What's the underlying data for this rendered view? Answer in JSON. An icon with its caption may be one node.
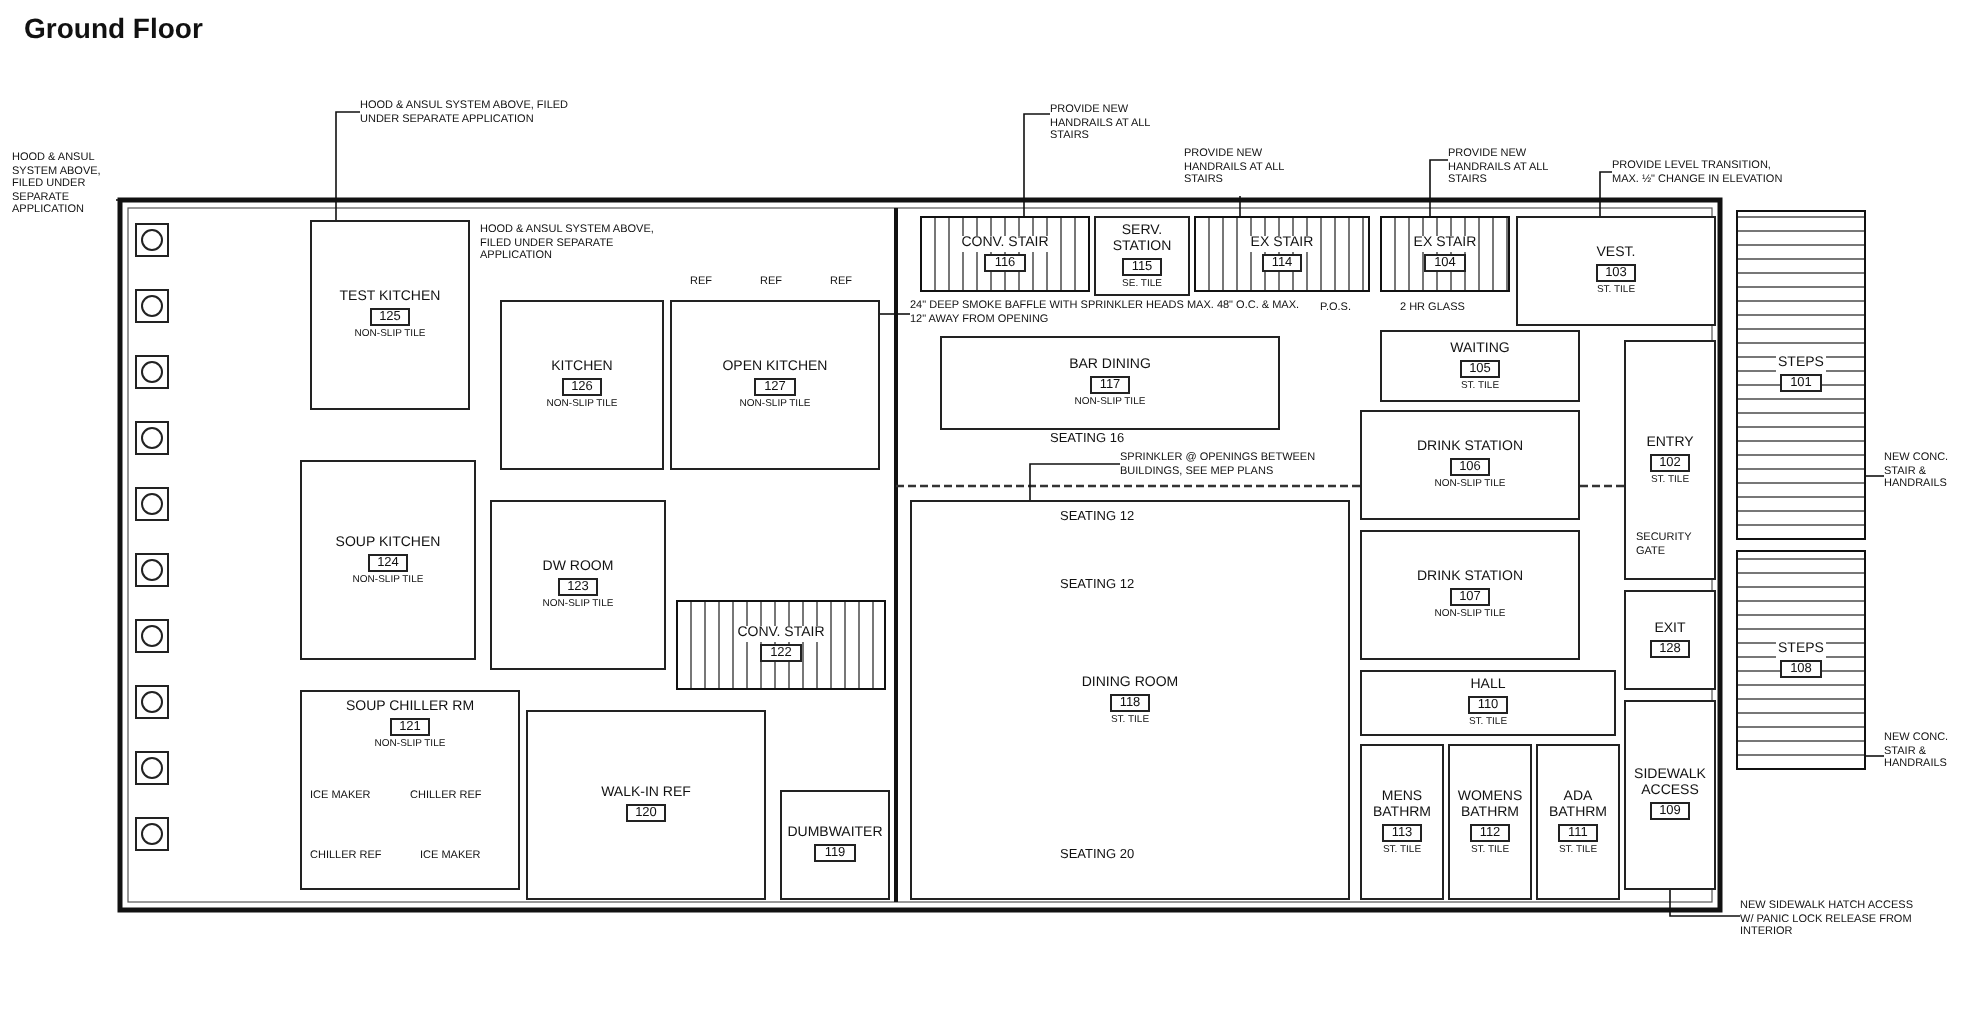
{
  "diagram": {
    "title": "Ground Floor",
    "nodes": [
      {
        "text": [
          "HOOD & ANSUL SYSTEM ABOVE, FILED UNDER SEPARATE APPLICATION"
        ]
      },
      {
        "text": [
          "PROVIDE NEW HANDRAILS AT ALL STAIRS"
        ]
      },
      {
        "text": [
          "PROVIDE NEW HANDRAILS AT ALL STAIRS"
        ]
      },
      {
        "text": [
          "PROVIDE NEW HANDRAILS AT ALL STAIRS"
        ]
      },
      {
        "text": [
          "PROVIDE LEVEL TRANSITION, MAX. ½\" CHANGE IN ELEVATION"
        ]
      },
      {
        "text": [
          "HOOD & ANSUL SYSTEM ABOVE, FILED UNDER SEPARATE APPLICATION"
        ]
      },
      {
        "text": [
          "TEST KITCHEN",
          "125",
          "NON-SLIP TILE"
        ]
      },
      {
        "text": [
          "CONV. STAIR",
          "116"
        ]
      },
      {
        "text": [
          "SERV. STATION",
          "115",
          "SE. TILE"
        ]
      },
      {
        "text": [
          "EX STAIR",
          "114"
        ]
      },
      {
        "text": [
          "EX STAIR",
          "104"
        ]
      },
      {
        "text": [
          "VEST.",
          "103",
          "ST. TILE"
        ]
      },
      {
        "text": [
          "STEPS",
          "101"
        ]
      },
      {
        "text": [
          "24\" DEEP SMOKE BAFFLE WITH SPRINKLER HEADS MAX. 48\" O.C. & MAX. 12\" AWAY FROM OPENING"
        ]
      },
      {
        "text": [
          "KITCHEN",
          "126",
          "NON-SLIP TILE"
        ]
      },
      {
        "text": [
          "OPEN KITCHEN",
          "127",
          "NON-SLIP TILE"
        ]
      },
      {
        "text": [
          "WAITING",
          "105",
          "ST. TILE"
        ]
      },
      {
        "text": [
          "BAR DINING",
          "117",
          "NON-SLIP TILE"
        ],
        "beside": [
          "SEATING 16"
        ]
      },
      {
        "text": [
          "ENTRY",
          "102",
          "ST. TILE"
        ]
      },
      {
        "text": [
          "DRINK STATION",
          "106",
          "NON-SLIP TILE"
        ]
      },
      {
        "text": [
          "SOUP KITCHEN",
          "124",
          "NON-SLIP TILE"
        ]
      },
      {
        "text": [
          "SPRINKLER @ OPENINGS BETWEEN BUILDINGS, SEE MEP PLANS"
        ]
      },
      {
        "text": [
          "NEW CONC. STAIR & HANDRAILS"
        ]
      },
      {
        "text": [
          "DW ROOM",
          "123",
          "NON-SLIP TILE"
        ]
      },
      {
        "text": [
          "DINING ROOM",
          "118",
          "ST. TILE"
        ]
      },
      {
        "text": [
          "DRINK STATION",
          "107",
          "NON-SLIP TILE"
        ]
      },
      {
        "text": [
          "STEPS",
          "108"
        ]
      },
      {
        "text": [
          "EXIT",
          "128"
        ]
      },
      {
        "text": [
          "CONV. STAIR",
          "122"
        ]
      },
      {
        "text": [
          "HALL",
          "110",
          "ST. TILE"
        ]
      },
      {
        "text": [
          "SOUP CHILLER RM",
          "121",
          "NON-SLIP TILE"
        ]
      },
      {
        "text": [
          "WALK-IN REF",
          "120"
        ]
      },
      {
        "text": [
          "SIDEWALK ACCESS",
          "109"
        ]
      },
      {
        "text": [
          "NEW CONC. STAIR & HANDRAILS"
        ]
      },
      {
        "text": [
          "DUMBWAITER",
          "119"
        ]
      },
      {
        "text": [
          "MENS BATHRM",
          "113",
          "ST. TILE"
        ]
      },
      {
        "text": [
          "WOMENS BATHRM",
          "112",
          "ST. TILE"
        ]
      },
      {
        "text": [
          "ADA BATHRM",
          "111",
          "ST. TILE"
        ]
      },
      {
        "text": [
          "NEW SIDEWALK HATCH ACCESS W/ PANIC LOCK RELEASE FROM INTERIOR"
        ]
      }
    ],
    "edges": [
      {
        "from": 0,
        "to": 6,
        "arrow": "none"
      },
      {
        "from": 1,
        "to": 7,
        "arrow": "none"
      },
      {
        "from": 2,
        "to": 9,
        "arrow": "none"
      },
      {
        "from": 3,
        "to": 10,
        "arrow": "none"
      },
      {
        "from": 4,
        "to": 11,
        "arrow": "none"
      },
      {
        "from": 5,
        "to": null,
        "arrow": "none"
      },
      {
        "from": 13,
        "to": 15,
        "arrow": "none"
      },
      {
        "from": 21,
        "to": 24,
        "arrow": "none"
      },
      {
        "from": 22,
        "to": 12,
        "arrow": "none"
      },
      {
        "from": 33,
        "to": 26,
        "arrow": "none"
      },
      {
        "from": 38,
        "to": 32,
        "arrow": "none"
      }
    ],
    "labels": [
      "SEATING 12",
      "SEATING 12",
      "SEATING 20",
      "HOOD & ANSUL SYSTEM ABOVE, FILED UNDER SEPARATE APPLICATION",
      "REF",
      "REF",
      "REF",
      "ICE MAKER",
      "CHILLER REF",
      "CHILLER REF",
      "ICE MAKER",
      "2 HR GLASS",
      "SECURITY GATE",
      "P.O.S."
    ]
  }
}
